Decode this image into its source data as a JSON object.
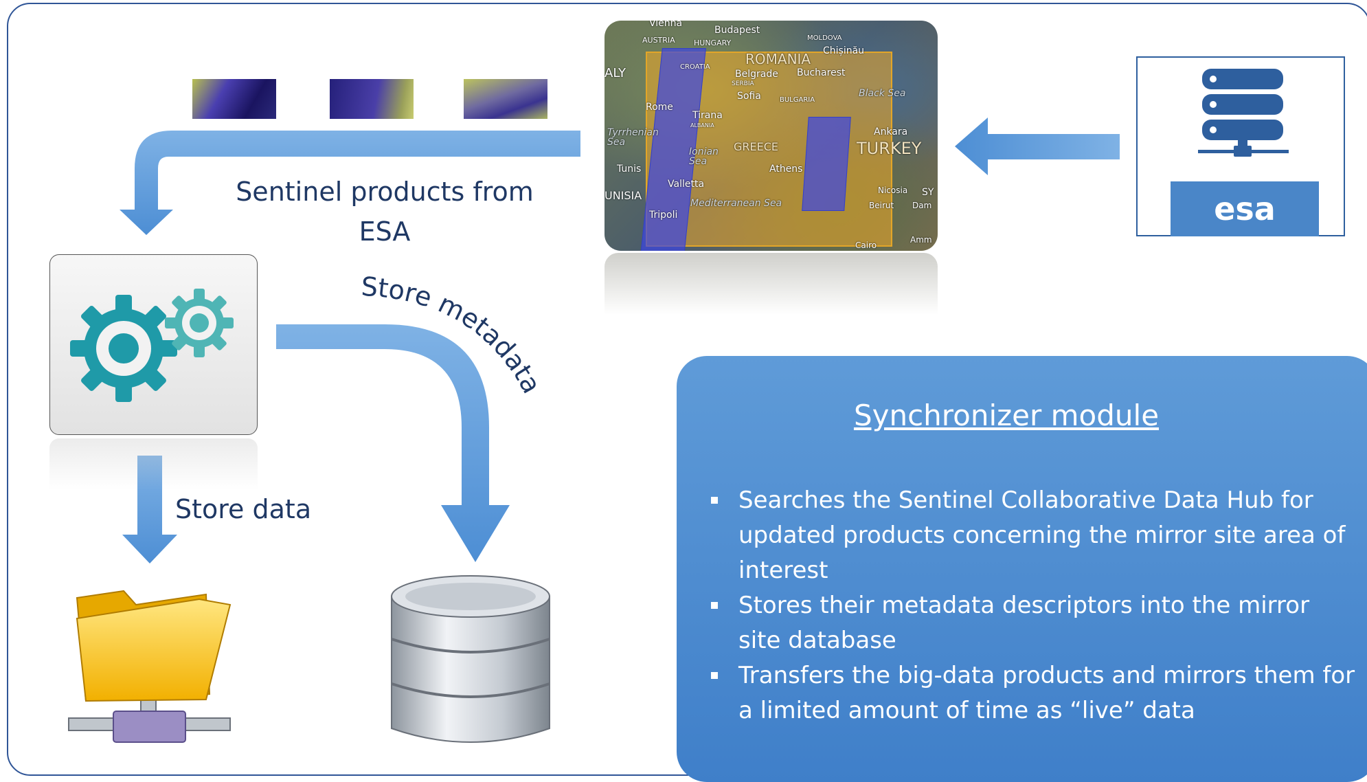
{
  "labels": {
    "products_caption": "Sentinel products from ESA",
    "store_metadata": "Store metadata",
    "store_data": "Store data"
  },
  "esa_logo": "esa",
  "map_labels": [
    "Vienna",
    "Budapest",
    "AUSTRIA",
    "HUNGARY",
    "MOLDOVA",
    "Chișinău",
    "ROMANIA",
    "ALY",
    "CROATIA",
    "Belgrade",
    "Bucharest",
    "SERBIA",
    "Black Sea",
    "Rome",
    "Sofia",
    "BULGARIA",
    "Tirana",
    "ALBANIA",
    "Ankara",
    "Tyrrhenian Sea",
    "GREECE",
    "TURKEY",
    "Tunis",
    "Ionian Sea",
    "Athens",
    "Valletta",
    "UNISIA",
    "Mediterranean Sea",
    "Nicosia",
    "Beirut",
    "SY",
    "Dam",
    "Tripoli",
    "Cairo",
    "Amm"
  ],
  "info_box": {
    "title": "Synchronizer module",
    "bullets": [
      "Searches the Sentinel Collaborative Data Hub for updated products concerning the mirror site area of interest",
      "Stores their metadata descriptors into the mirror site database",
      "Transfers the big-data products and mirrors them for a limited amount of time as “live” data"
    ]
  },
  "colors": {
    "arrow": "#5b9bd5",
    "gear": "#1f9aa8",
    "gear_small": "#4fb5b5",
    "info_box": "#4a8ad0",
    "text_dark": "#1f3864",
    "frame": "#2f5597"
  }
}
